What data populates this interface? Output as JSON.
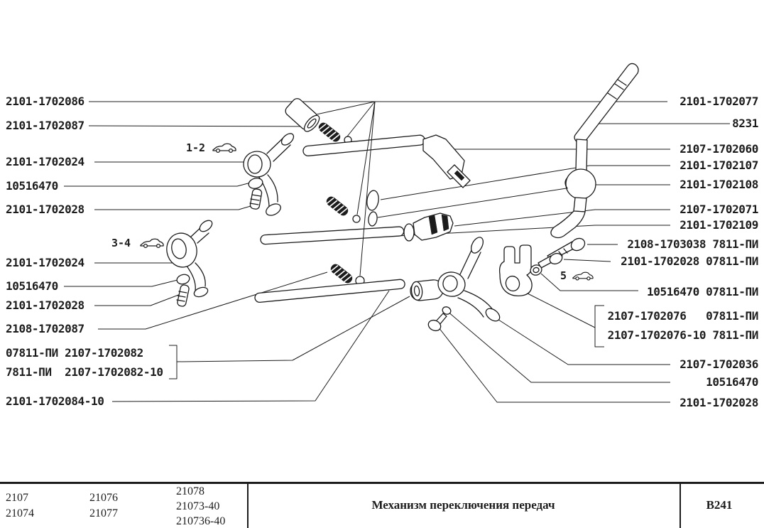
{
  "colors": {
    "ink": "#1c1c1c",
    "paper": "#ffffff"
  },
  "diagram": {
    "left_labels": [
      "2101-1702086",
      "2101-1702087",
      "2101-1702024",
      "10516470",
      "2101-1702028",
      "2101-1702024",
      "10516470",
      "2101-1702028",
      "2108-1702087",
      "07811-ПИ 2107-1702082",
      "7811-ПИ  2107-1702082-10",
      "2101-1702084-10"
    ],
    "right_labels": [
      "2101-1702077",
      "8231",
      "2107-1702060",
      "2101-1702107",
      "2101-1702108",
      "2107-1702071",
      "2101-1702109",
      "2108-1703038 7811-ПИ",
      "2101-1702028 07811-ПИ",
      "10516470 07811-ПИ",
      "2107-1702076   07811-ПИ",
      "2107-1702076-10 7811-ПИ",
      "2107-1702036",
      "10516470",
      "2101-1702028"
    ],
    "markers": {
      "gears_1_2": "1-2",
      "gears_3_4": "3-4",
      "gear_5": "5"
    }
  },
  "footer": {
    "models_col1": [
      "2107",
      "21074"
    ],
    "models_col2": [
      "21076",
      "21077"
    ],
    "models_col3": [
      "21078",
      "21073-40",
      "210736-40"
    ],
    "title": "Механизм переключения передач",
    "page_code": "В241"
  }
}
